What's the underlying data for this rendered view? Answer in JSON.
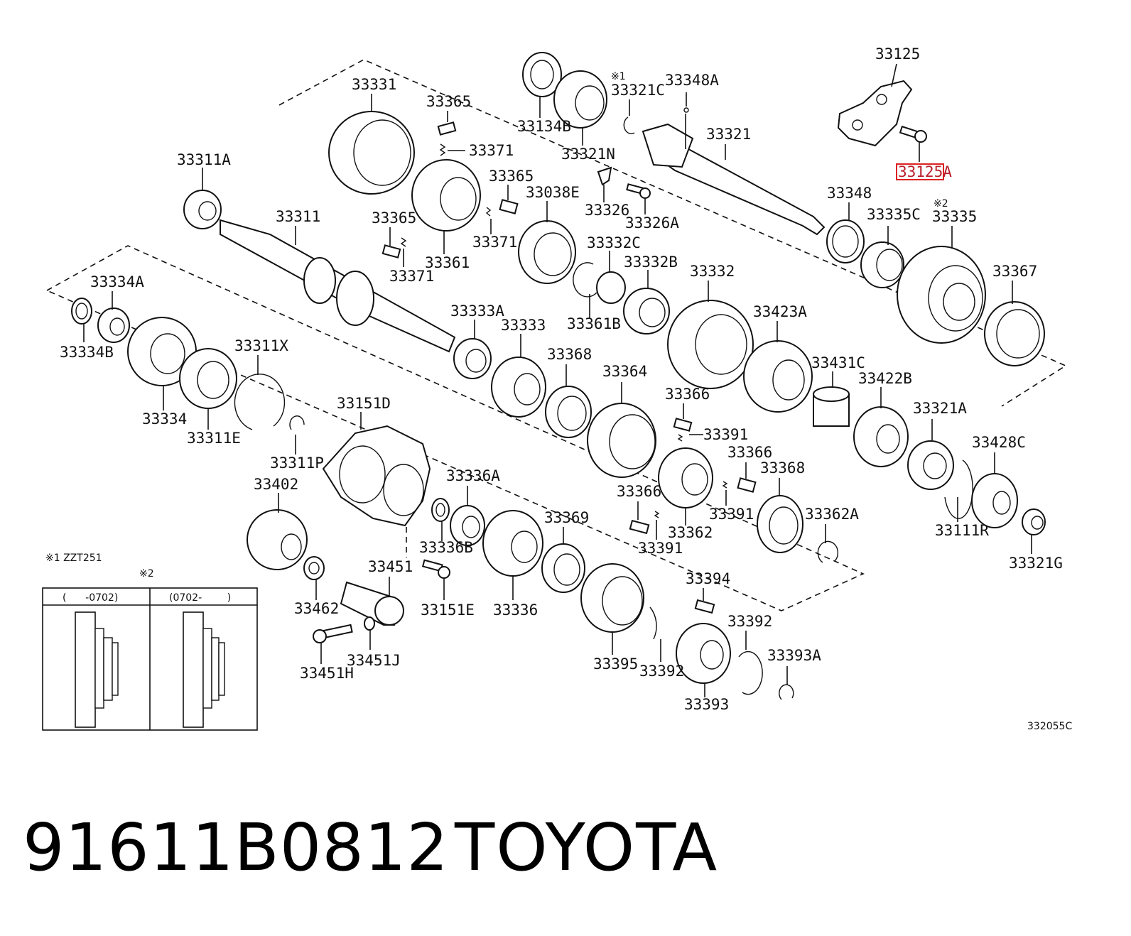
{
  "diagram": {
    "code": "332055C",
    "note_1": "※1 ZZT251",
    "note_2_marker": "※2",
    "inset": {
      "col_1": "(      -0702)",
      "col_2": "(0702-        )"
    },
    "labels": [
      {
        "id": "33125",
        "marker": ""
      },
      {
        "id": "33125A",
        "marker": "",
        "highlight": true
      },
      {
        "id": "33134B",
        "marker": ""
      },
      {
        "id": "33321N",
        "marker": ""
      },
      {
        "id": "33321C",
        "marker": "※1"
      },
      {
        "id": "33348A",
        "marker": ""
      },
      {
        "id": "33321",
        "marker": ""
      },
      {
        "id": "33331",
        "marker": ""
      },
      {
        "id": "33365",
        "marker": ""
      },
      {
        "id": "33371",
        "marker": ""
      },
      {
        "id": "33311A",
        "marker": ""
      },
      {
        "id": "33311",
        "marker": ""
      },
      {
        "id": "33365b",
        "text": "33365"
      },
      {
        "id": "33038E",
        "marker": ""
      },
      {
        "id": "33326",
        "marker": ""
      },
      {
        "id": "33326A",
        "marker": ""
      },
      {
        "id": "33348",
        "marker": ""
      },
      {
        "id": "33335C",
        "marker": ""
      },
      {
        "id": "33335",
        "marker": "※2"
      },
      {
        "id": "33365c",
        "text": "33365"
      },
      {
        "id": "33371b",
        "text": "33371"
      },
      {
        "id": "33361",
        "marker": ""
      },
      {
        "id": "33371c",
        "text": "33371"
      },
      {
        "id": "33332C",
        "marker": ""
      },
      {
        "id": "33332B",
        "marker": ""
      },
      {
        "id": "33332",
        "marker": ""
      },
      {
        "id": "33367",
        "marker": ""
      },
      {
        "id": "33334A",
        "marker": ""
      },
      {
        "id": "33333A",
        "marker": ""
      },
      {
        "id": "33333",
        "marker": ""
      },
      {
        "id": "33361B",
        "marker": ""
      },
      {
        "id": "33423A",
        "marker": ""
      },
      {
        "id": "33334B",
        "marker": ""
      },
      {
        "id": "33311X",
        "marker": ""
      },
      {
        "id": "33368",
        "marker": ""
      },
      {
        "id": "33364",
        "marker": ""
      },
      {
        "id": "33431C",
        "marker": ""
      },
      {
        "id": "33422B",
        "marker": ""
      },
      {
        "id": "33366",
        "marker": ""
      },
      {
        "id": "33151D",
        "marker": ""
      },
      {
        "id": "33321A",
        "marker": ""
      },
      {
        "id": "33334",
        "marker": ""
      },
      {
        "id": "33391",
        "marker": ""
      },
      {
        "id": "33311E",
        "marker": ""
      },
      {
        "id": "33366b",
        "text": "33366"
      },
      {
        "id": "33428C",
        "marker": ""
      },
      {
        "id": "33311P",
        "marker": ""
      },
      {
        "id": "33368b",
        "text": "33368"
      },
      {
        "id": "33336A",
        "marker": ""
      },
      {
        "id": "33402",
        "marker": ""
      },
      {
        "id": "33366c",
        "text": "33366"
      },
      {
        "id": "33391b",
        "text": "33391"
      },
      {
        "id": "33362",
        "marker": ""
      },
      {
        "id": "33362A",
        "marker": ""
      },
      {
        "id": "33369",
        "marker": ""
      },
      {
        "id": "33111R",
        "marker": ""
      },
      {
        "id": "33391c",
        "text": "33391"
      },
      {
        "id": "33336B",
        "marker": ""
      },
      {
        "id": "33321G",
        "marker": ""
      },
      {
        "id": "33451",
        "marker": ""
      },
      {
        "id": "33462",
        "marker": ""
      },
      {
        "id": "33151E",
        "marker": ""
      },
      {
        "id": "33336",
        "marker": ""
      },
      {
        "id": "33394",
        "marker": ""
      },
      {
        "id": "33392",
        "marker": ""
      },
      {
        "id": "33451J",
        "marker": ""
      },
      {
        "id": "33395",
        "marker": ""
      },
      {
        "id": "33392b",
        "text": "33392"
      },
      {
        "id": "33393A",
        "marker": ""
      },
      {
        "id": "33451H",
        "marker": ""
      },
      {
        "id": "33393",
        "marker": ""
      }
    ]
  },
  "footer": {
    "part_number": "91611B0812",
    "brand": "TOYOTA"
  }
}
